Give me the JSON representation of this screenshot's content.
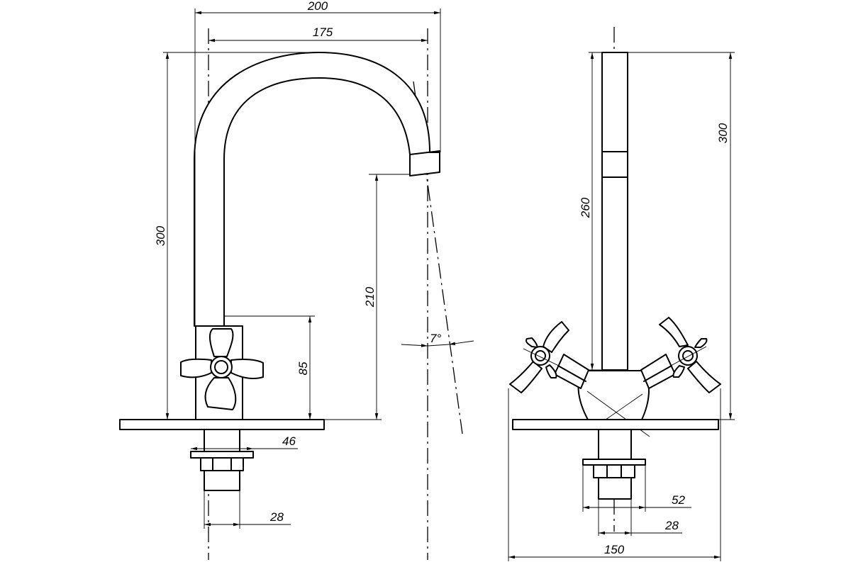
{
  "front_view": {
    "dim_total_width": "200",
    "dim_spout_reach": "175",
    "dim_total_height": "300",
    "dim_spout_outlet_height": "210",
    "dim_handle_height": "85",
    "dim_flange_diameter": "46",
    "dim_thread_diameter": "28",
    "dim_spout_angle": "7°"
  },
  "side_view": {
    "dim_total_height": "300",
    "dim_spout_height": "260",
    "dim_flange_diameter": "52",
    "dim_thread_diameter": "28",
    "dim_base_width": "150"
  }
}
